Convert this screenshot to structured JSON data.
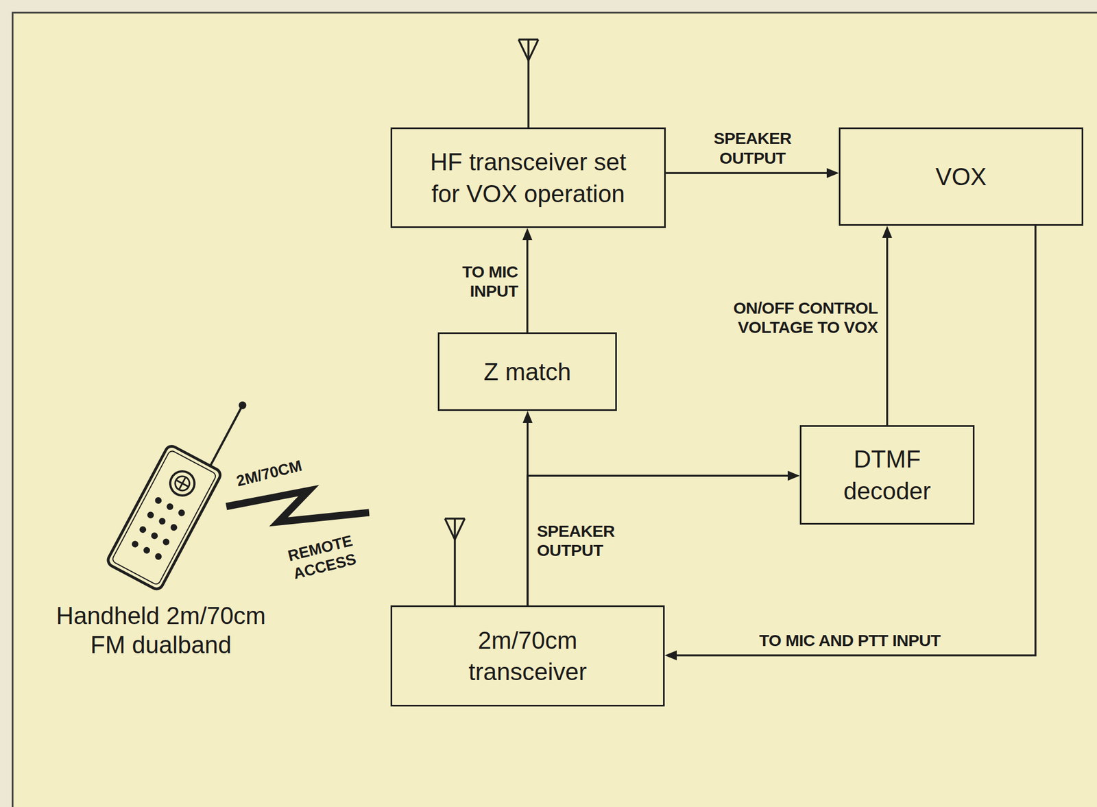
{
  "diagram": {
    "nodes": [
      {
        "text": [
          "HF transceiver set for VOX operation"
        ]
      },
      {
        "text": [
          "VOX"
        ]
      },
      {
        "text": [
          "Z match"
        ]
      },
      {
        "text": [
          "DTMF decoder"
        ]
      },
      {
        "text": [
          "2m/70cm transceiver"
        ]
      }
    ],
    "edges": [
      {
        "from": 0,
        "to": 1,
        "label": "SPEAKER OUTPUT",
        "arrow": "to"
      },
      {
        "from": 2,
        "to": 0,
        "label": "TO MIC INPUT",
        "arrow": "to"
      },
      {
        "from": 4,
        "to": 2,
        "label": "SPEAKER OUTPUT",
        "arrow": "to"
      },
      {
        "from": 4,
        "to": 3,
        "arrow": "to"
      },
      {
        "from": 3,
        "to": 1,
        "label": "ON/OFF CONTROL VOLTAGE TO VOX",
        "arrow": "to"
      },
      {
        "from": 1,
        "to": 4,
        "label": "TO MIC AND PTT INPUT",
        "arrow": "to"
      }
    ],
    "labels": [
      "2M/70CM",
      "REMOTE ACCESS",
      "Handheld 2m/70cm FM dualband"
    ]
  }
}
